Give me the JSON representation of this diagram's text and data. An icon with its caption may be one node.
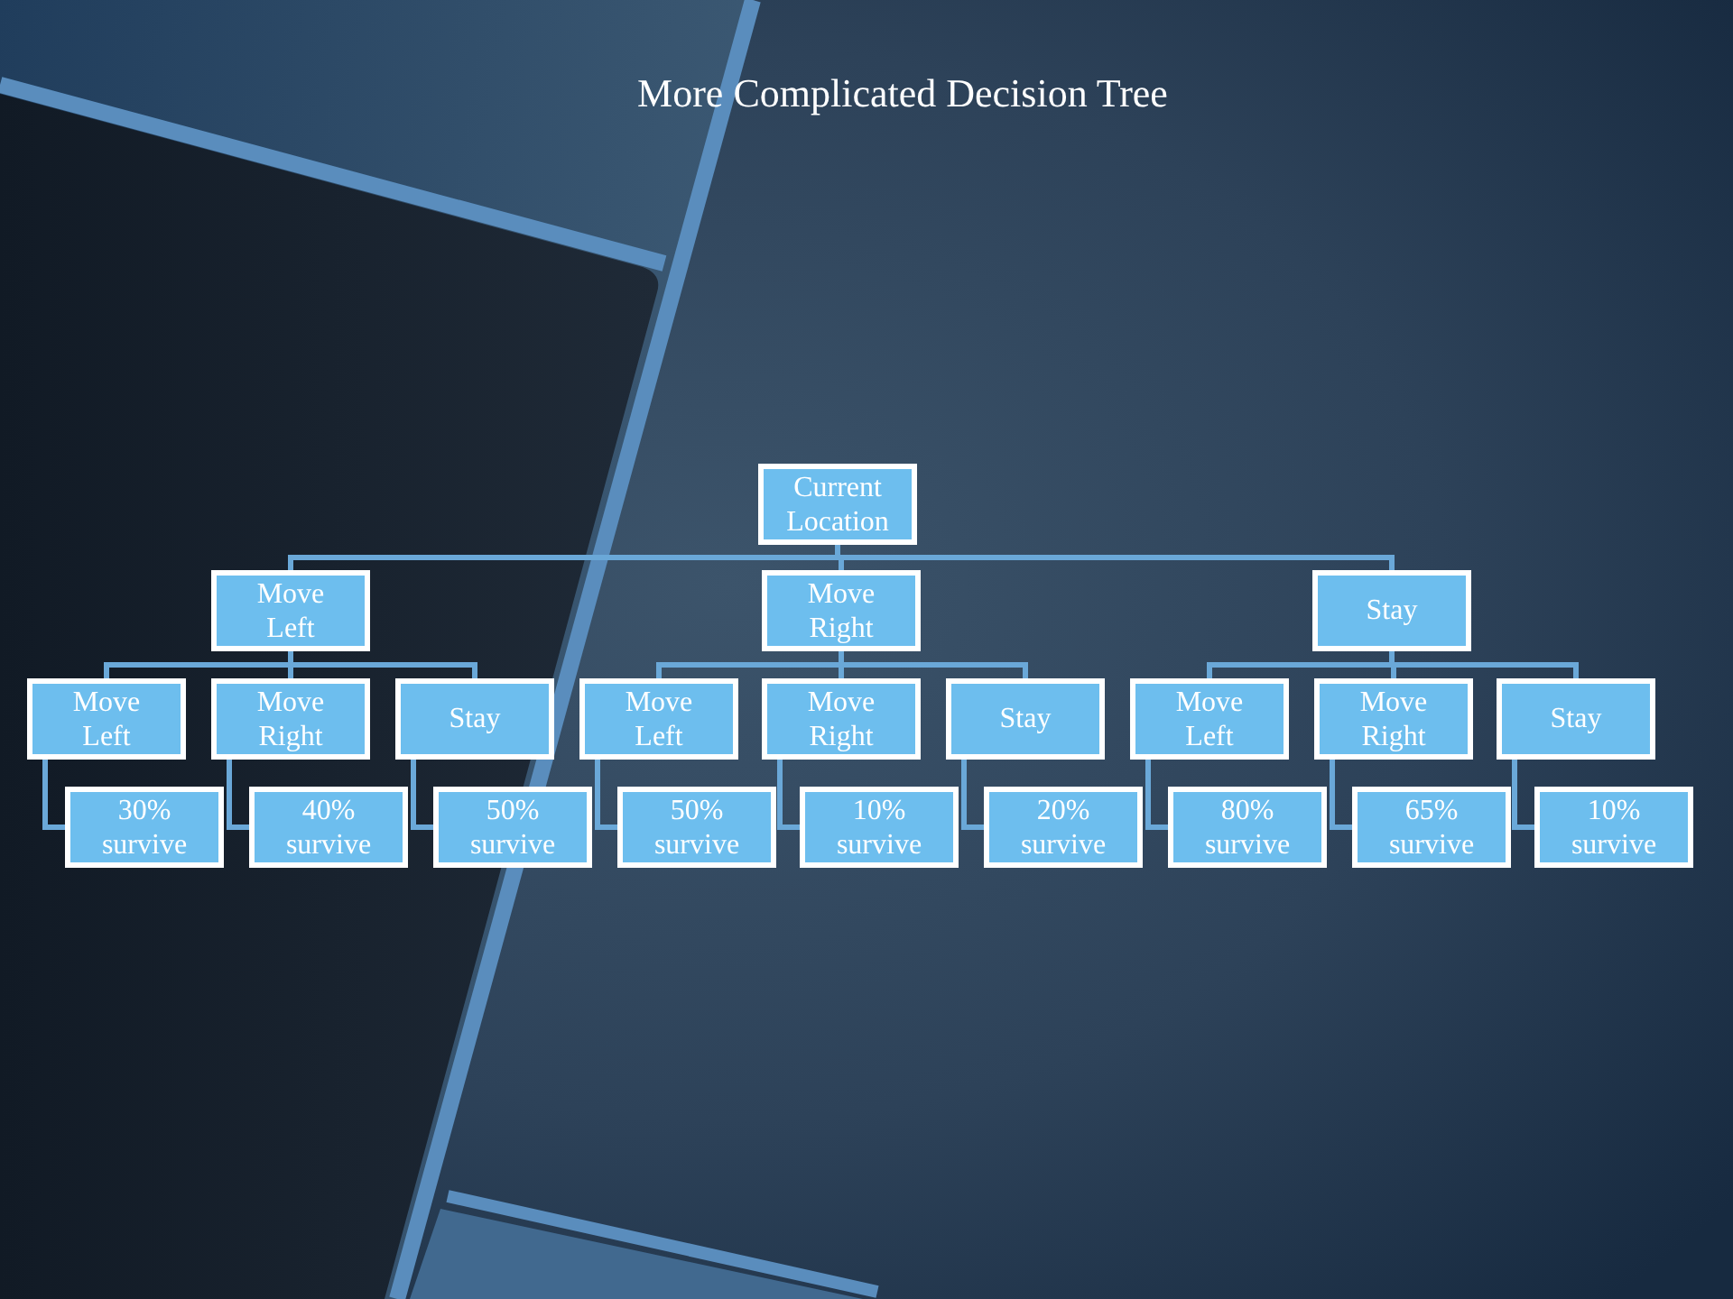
{
  "diagram": {
    "title": "More Complicated Decision Tree",
    "nodes": [
      {
        "text": [
          "Current Location"
        ]
      },
      {
        "text": [
          "Move Left"
        ]
      },
      {
        "text": [
          "Move Right"
        ]
      },
      {
        "text": [
          "Stay"
        ]
      },
      {
        "text": [
          "Move Left"
        ]
      },
      {
        "text": [
          "Move Right"
        ]
      },
      {
        "text": [
          "Stay"
        ]
      },
      {
        "text": [
          "Move Left"
        ]
      },
      {
        "text": [
          "Move Right"
        ]
      },
      {
        "text": [
          "Stay"
        ]
      },
      {
        "text": [
          "Move Left"
        ]
      },
      {
        "text": [
          "Move Right"
        ]
      },
      {
        "text": [
          "Stay"
        ]
      },
      {
        "text": [
          "30% survive"
        ]
      },
      {
        "text": [
          "40% survive"
        ]
      },
      {
        "text": [
          "50% survive"
        ]
      },
      {
        "text": [
          "50% survive"
        ]
      },
      {
        "text": [
          "10% survive"
        ]
      },
      {
        "text": [
          "20% survive"
        ]
      },
      {
        "text": [
          "80% survive"
        ]
      },
      {
        "text": [
          "65% survive"
        ]
      },
      {
        "text": [
          "10% survive"
        ]
      }
    ],
    "edges": [
      {
        "from": 0,
        "to": 1,
        "arrow": "none"
      },
      {
        "from": 0,
        "to": 2,
        "arrow": "none"
      },
      {
        "from": 0,
        "to": 3,
        "arrow": "none"
      },
      {
        "from": 1,
        "to": 4,
        "arrow": "none"
      },
      {
        "from": 1,
        "to": 5,
        "arrow": "none"
      },
      {
        "from": 1,
        "to": 6,
        "arrow": "none"
      },
      {
        "from": 2,
        "to": 7,
        "arrow": "none"
      },
      {
        "from": 2,
        "to": 8,
        "arrow": "none"
      },
      {
        "from": 2,
        "to": 9,
        "arrow": "none"
      },
      {
        "from": 3,
        "to": 10,
        "arrow": "none"
      },
      {
        "from": 3,
        "to": 11,
        "arrow": "none"
      },
      {
        "from": 3,
        "to": 12,
        "arrow": "none"
      },
      {
        "from": 4,
        "to": 13,
        "arrow": "none"
      },
      {
        "from": 5,
        "to": 14,
        "arrow": "none"
      },
      {
        "from": 6,
        "to": 15,
        "arrow": "none"
      },
      {
        "from": 7,
        "to": 16,
        "arrow": "none"
      },
      {
        "from": 8,
        "to": 17,
        "arrow": "none"
      },
      {
        "from": 9,
        "to": 18,
        "arrow": "none"
      },
      {
        "from": 10,
        "to": 19,
        "arrow": "none"
      },
      {
        "from": 11,
        "to": 20,
        "arrow": "none"
      },
      {
        "from": 12,
        "to": 21,
        "arrow": "none"
      }
    ]
  }
}
